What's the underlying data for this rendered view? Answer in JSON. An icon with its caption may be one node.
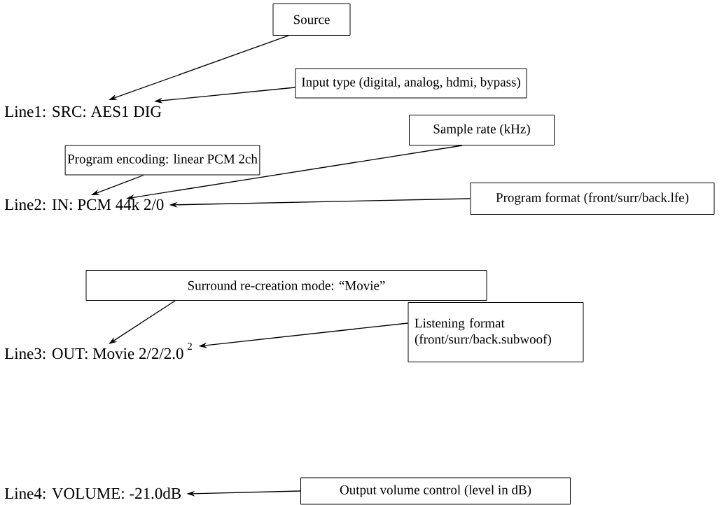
{
  "diagram": {
    "nodes": [
      {
        "text": [
          "Source"
        ]
      },
      {
        "text": [
          "Input type (digital, analog, hdmi, bypass)"
        ]
      },
      {
        "text": [
          "Line1: SRC: AES1 DIG"
        ]
      },
      {
        "text": [
          "Program encoding: linear PCM 2ch"
        ]
      },
      {
        "text": [
          "Sample rate (kHz)"
        ]
      },
      {
        "text": [
          "Line2: IN: PCM 44k 2/0"
        ]
      },
      {
        "text": [
          "Program format (front/surr/back.lfe)"
        ]
      },
      {
        "text": [
          "Surround re-creation mode: “Movie”"
        ]
      },
      {
        "text": [
          "Listening format (front/surr/back.subwoof)"
        ]
      },
      {
        "text": [
          "Line3: OUT: Movie 2/2/2.0"
        ]
      },
      {
        "text": [
          "Output volume control (level in dB)"
        ]
      },
      {
        "text": [
          "Line4: VOLUME: -21.0dB"
        ]
      }
    ],
    "edges": [
      {
        "from": 0,
        "to": 2,
        "arrow": "to"
      },
      {
        "from": 1,
        "to": 2,
        "arrow": "to"
      },
      {
        "from": 3,
        "to": 5,
        "arrow": "to"
      },
      {
        "from": 4,
        "to": 5,
        "arrow": "to"
      },
      {
        "from": 6,
        "to": 5,
        "arrow": "to"
      },
      {
        "from": 7,
        "to": 9,
        "arrow": "to"
      },
      {
        "from": 8,
        "to": 9,
        "arrow": "to"
      },
      {
        "from": 10,
        "to": 11,
        "arrow": "to"
      }
    ],
    "labels": [
      "2"
    ]
  }
}
